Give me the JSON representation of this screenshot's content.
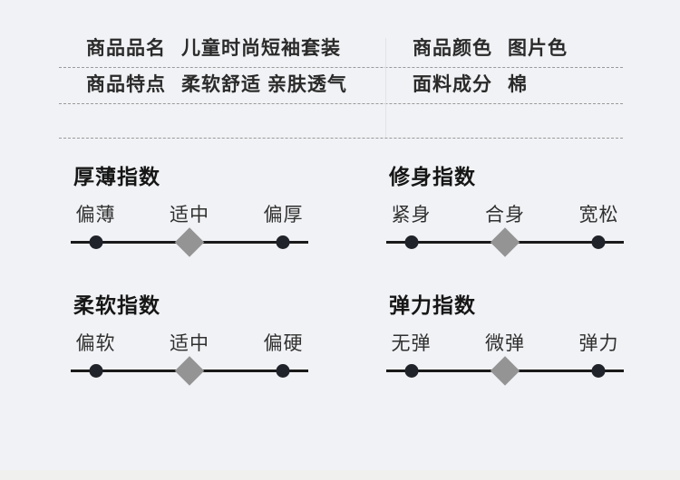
{
  "header": {
    "rows": [
      {
        "left_label": "商品品名",
        "left_value": "儿童时尚短袖套装",
        "right_label": "商品颜色",
        "right_value": "图片色"
      },
      {
        "left_label": "商品特点",
        "left_value": "柔软舒适 亲肤透气",
        "right_label": "面料成分",
        "right_value": "棉"
      }
    ]
  },
  "sections": [
    {
      "title": "厚薄指数",
      "labels": [
        "偏薄",
        "适中",
        "偏厚"
      ],
      "selected": "适中",
      "selected_index": 1
    },
    {
      "title": "修身指数",
      "labels": [
        "紧身",
        "合身",
        "宽松"
      ],
      "selected": "合身",
      "selected_index": 1
    },
    {
      "title": "柔软指数",
      "labels": [
        "偏软",
        "适中",
        "偏硬"
      ],
      "selected": "适中",
      "selected_index": 1
    },
    {
      "title": "弹力指数",
      "labels": [
        "无弹",
        "微弹",
        "弹力"
      ],
      "selected": "微弹",
      "selected_index": 1
    }
  ],
  "colors": {
    "background": "#f1f2f5",
    "track": "#1a1a1a",
    "dot": "#20232a",
    "diamond_marker": "#949494",
    "dashed_divider": "#9a9a9a"
  }
}
